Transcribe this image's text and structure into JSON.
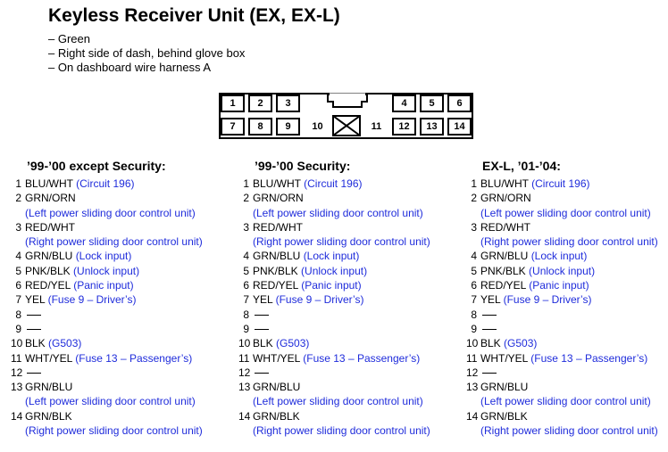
{
  "title": "Keyless Receiver Unit (EX, EX-L)",
  "notes": [
    "– Green",
    "– Right side of dash, behind glove box",
    "– On dashboard wire harness A"
  ],
  "connector": {
    "top_pins": [
      "1",
      "2",
      "3",
      "4",
      "5",
      "6"
    ],
    "bottom_pins": [
      "7",
      "8",
      "9",
      "10",
      "11",
      "12",
      "13",
      "14"
    ]
  },
  "columns": [
    {
      "heading": "’99-’00 except Security:",
      "rows": [
        {
          "num": "1",
          "wire": "BLU/WHT",
          "desc": "(Circuit 196)"
        },
        {
          "num": "2",
          "wire": "GRN/ORN",
          "desc2": "(Left power sliding door control unit)"
        },
        {
          "num": "3",
          "wire": "RED/WHT",
          "desc2": "(Right power sliding door control unit)"
        },
        {
          "num": "4",
          "wire": "GRN/BLU",
          "desc": "(Lock input)"
        },
        {
          "num": "5",
          "wire": "PNK/BLK",
          "desc": "(Unlock input)"
        },
        {
          "num": "6",
          "wire": "RED/YEL",
          "desc": "(Panic input)"
        },
        {
          "num": "7",
          "wire": "YEL",
          "desc": "(Fuse 9 – Driver’s)"
        },
        {
          "num": "8",
          "empty": true
        },
        {
          "num": "9",
          "empty": true
        },
        {
          "num": "10",
          "wire": "BLK",
          "desc": "(G503)"
        },
        {
          "num": "11",
          "wire": "WHT/YEL",
          "desc": "(Fuse 13 – Passenger’s)"
        },
        {
          "num": "12",
          "empty": true
        },
        {
          "num": "13",
          "wire": "GRN/BLU",
          "desc2": "(Left power sliding door control unit)"
        },
        {
          "num": "14",
          "wire": "GRN/BLK",
          "desc2": "(Right power sliding door control unit)"
        }
      ]
    },
    {
      "heading": "’99-’00 Security:",
      "rows": [
        {
          "num": "1",
          "wire": "BLU/WHT",
          "desc": "(Circuit 196)"
        },
        {
          "num": "2",
          "wire": "GRN/ORN",
          "desc2": "(Left power sliding door control unit)"
        },
        {
          "num": "3",
          "wire": "RED/WHT",
          "desc2": "(Right power sliding door control unit)"
        },
        {
          "num": "4",
          "wire": "GRN/BLU",
          "desc": "(Lock input)"
        },
        {
          "num": "5",
          "wire": "PNK/BLK",
          "desc": "(Unlock input)"
        },
        {
          "num": "6",
          "wire": "RED/YEL",
          "desc": "(Panic input)"
        },
        {
          "num": "7",
          "wire": "YEL",
          "desc": "(Fuse 9 – Driver’s)"
        },
        {
          "num": "8",
          "empty": true
        },
        {
          "num": "9",
          "empty": true
        },
        {
          "num": "10",
          "wire": "BLK",
          "desc": "(G503)"
        },
        {
          "num": "11",
          "wire": "WHT/YEL",
          "desc": "(Fuse 13 – Passenger’s)"
        },
        {
          "num": "12",
          "empty": true
        },
        {
          "num": "13",
          "wire": "GRN/BLU",
          "desc2": "(Left power sliding door control unit)"
        },
        {
          "num": "14",
          "wire": "GRN/BLK",
          "desc2": "(Right power sliding door control unit)"
        }
      ]
    },
    {
      "heading": "EX-L, ’01-’04:",
      "rows": [
        {
          "num": "1",
          "wire": "BLU/WHT",
          "desc": "(Circuit 196)"
        },
        {
          "num": "2",
          "wire": "GRN/ORN",
          "desc2": "(Left power sliding door control unit)"
        },
        {
          "num": "3",
          "wire": "RED/WHT",
          "desc2": "(Right power sliding door control unit)"
        },
        {
          "num": "4",
          "wire": "GRN/BLU",
          "desc": "(Lock input)"
        },
        {
          "num": "5",
          "wire": "PNK/BLK",
          "desc": "(Unlock input)"
        },
        {
          "num": "6",
          "wire": "RED/YEL",
          "desc": "(Panic input)"
        },
        {
          "num": "7",
          "wire": "YEL",
          "desc": "(Fuse 9 – Driver’s)"
        },
        {
          "num": "8",
          "empty": true
        },
        {
          "num": "9",
          "empty": true
        },
        {
          "num": "10",
          "wire": "BLK",
          "desc": "(G503)"
        },
        {
          "num": "11",
          "wire": "WHT/YEL",
          "desc": "(Fuse 13 – Passenger’s)"
        },
        {
          "num": "12",
          "empty": true
        },
        {
          "num": "13",
          "wire": "GRN/BLU",
          "desc2": "(Left power sliding door control unit)"
        },
        {
          "num": "14",
          "wire": "GRN/BLK",
          "desc2": "(Right power sliding door control unit)"
        }
      ]
    }
  ]
}
